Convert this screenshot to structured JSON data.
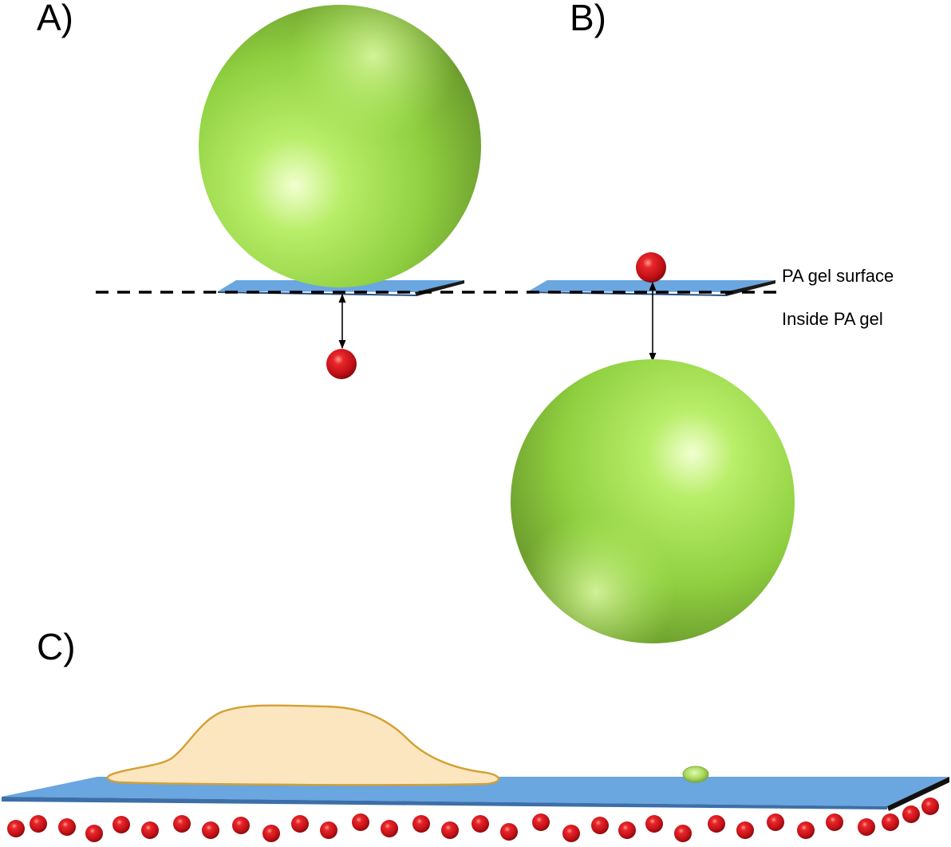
{
  "labels": {
    "panel_a": "A)",
    "panel_b": "B)",
    "panel_c": "C)",
    "gel_surface": "PA gel surface",
    "inside_gel": "Inside PA gel"
  },
  "colors": {
    "cell_sphere": "#9ACD4A",
    "bead": "#D0141B",
    "gel_plane": "#6AA6E0",
    "gel_edge": "#1A1A1A",
    "spread_cell_fill": "#FBE6C0",
    "spread_cell_outline": "#D4A033",
    "dashed_line": "#000000"
  },
  "icons": {
    "sphere": "green-sphere",
    "bead": "red-bead",
    "arrow": "double-headed-arrow"
  }
}
